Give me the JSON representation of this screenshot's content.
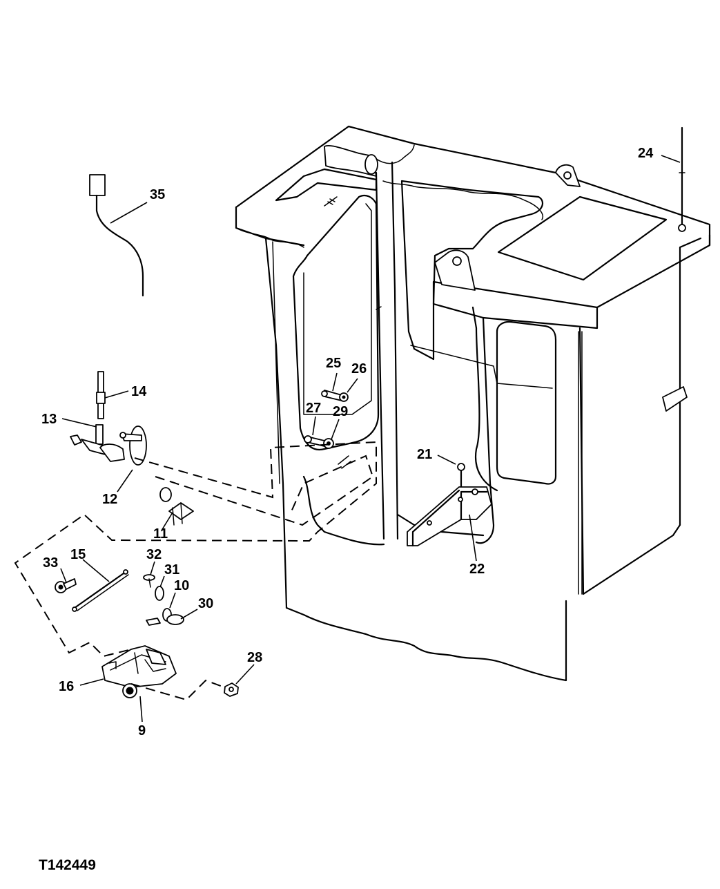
{
  "figure": {
    "reference_code": "T142449",
    "callouts": [
      {
        "id": "24",
        "label": "24"
      },
      {
        "id": "35",
        "label": "35"
      },
      {
        "id": "25",
        "label": "25"
      },
      {
        "id": "26",
        "label": "26"
      },
      {
        "id": "14",
        "label": "14"
      },
      {
        "id": "13",
        "label": "13"
      },
      {
        "id": "27",
        "label": "27"
      },
      {
        "id": "29",
        "label": "29"
      },
      {
        "id": "21",
        "label": "21"
      },
      {
        "id": "12",
        "label": "12"
      },
      {
        "id": "11",
        "label": "11"
      },
      {
        "id": "22",
        "label": "22"
      },
      {
        "id": "32",
        "label": "32"
      },
      {
        "id": "33",
        "label": "33"
      },
      {
        "id": "15",
        "label": "15"
      },
      {
        "id": "31",
        "label": "31"
      },
      {
        "id": "10",
        "label": "10"
      },
      {
        "id": "30",
        "label": "30"
      },
      {
        "id": "28",
        "label": "28"
      },
      {
        "id": "16",
        "label": "16"
      },
      {
        "id": "9",
        "label": "9"
      }
    ]
  }
}
